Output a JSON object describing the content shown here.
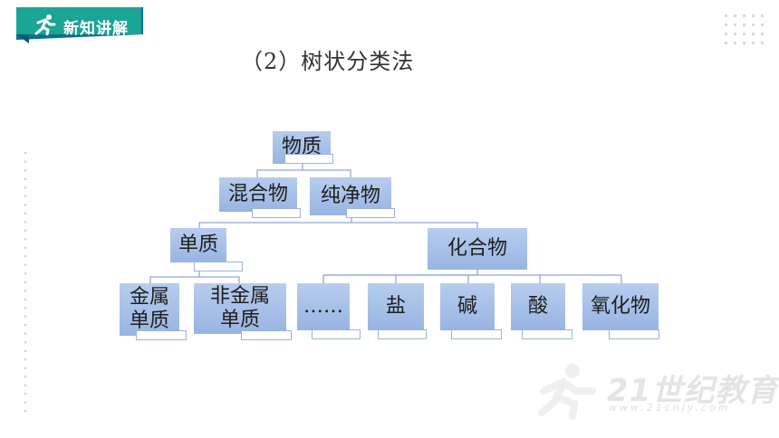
{
  "header": {
    "badge_label": "新知讲解",
    "badge_color": "#1aa595",
    "badge_shadow": "#0b6f8c"
  },
  "title": "（2）树状分类法",
  "tree": {
    "root": "物质",
    "mixture": "混合物",
    "pure": "纯净物",
    "element": "单质",
    "compound": "化合物",
    "metal_element": [
      "金属",
      "单质"
    ],
    "nonmetal_element": [
      "非金属",
      "单质"
    ],
    "ellipsis": "……",
    "salt": "盐",
    "base": "碱",
    "acid": "酸",
    "oxide": "氧化物"
  },
  "colors": {
    "node_fill": "#a9c2ea",
    "connector": "#8fa9d6"
  },
  "watermark": {
    "text": "21世纪教育",
    "url": "www.21cnjy.com"
  }
}
